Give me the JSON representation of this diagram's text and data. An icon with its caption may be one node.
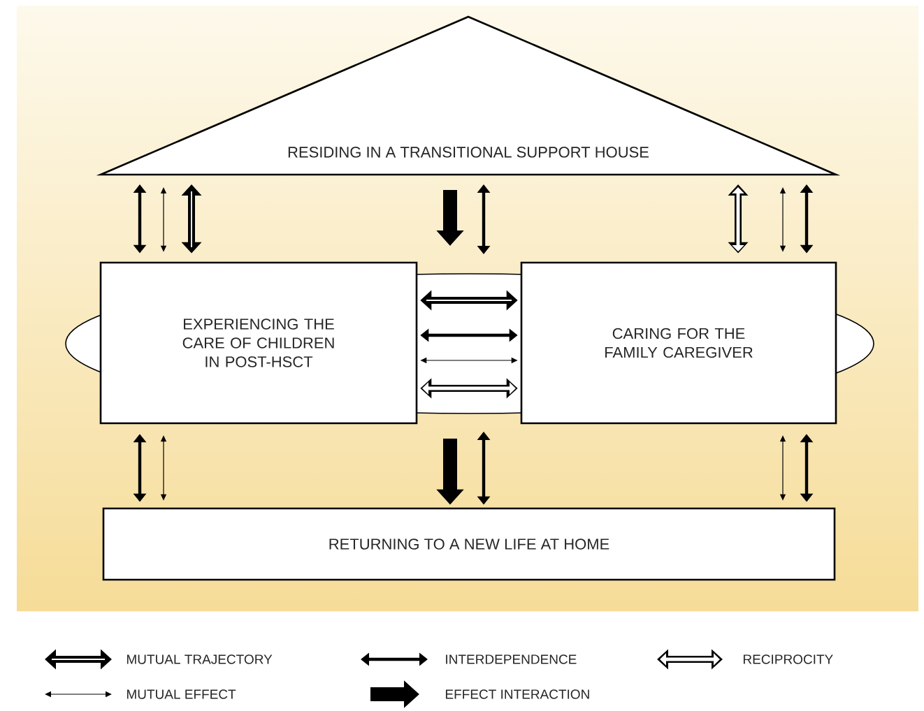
{
  "diagram": {
    "nodes": [
      {
        "text": [
          "RESIDING IN A TRANSITIONAL SUPPORT HOUSE"
        ]
      },
      {
        "text": [
          "EXPERIENCING THE CARE OF CHILDREN IN POST-HSCT"
        ]
      },
      {
        "text": [
          "CARING FOR THE FAMILY CAREGIVER"
        ]
      },
      {
        "text": [
          "RETURNING TO A NEW LIFE AT HOME"
        ]
      }
    ],
    "edges": [
      {
        "from": 0,
        "to": 1,
        "arrow": "both"
      },
      {
        "from": 0,
        "to": 1,
        "arrow": "both"
      },
      {
        "from": 0,
        "to": 1,
        "arrow": "both",
        "style": "thick"
      },
      {
        "from": 0,
        "to": null,
        "arrow": "to",
        "style": "thick"
      },
      {
        "from": 0,
        "to": null,
        "arrow": "both"
      },
      {
        "from": 0,
        "to": 2,
        "arrow": "both",
        "style": "thick"
      },
      {
        "from": 0,
        "to": 2,
        "arrow": "both"
      },
      {
        "from": 0,
        "to": 2,
        "arrow": "both"
      },
      {
        "from": 1,
        "to": 2,
        "arrow": "both",
        "style": "thick"
      },
      {
        "from": 1,
        "to": 2,
        "arrow": "both"
      },
      {
        "from": 1,
        "to": 2,
        "arrow": "both"
      },
      {
        "from": 1,
        "to": 2,
        "arrow": "both",
        "style": "thick"
      },
      {
        "from": 1,
        "to": 3,
        "arrow": "both"
      },
      {
        "from": 1,
        "to": 3,
        "arrow": "both"
      },
      {
        "from": null,
        "to": 3,
        "arrow": "to",
        "style": "thick"
      },
      {
        "from": null,
        "to": 3,
        "arrow": "both"
      },
      {
        "from": 2,
        "to": 3,
        "arrow": "both"
      },
      {
        "from": 2,
        "to": 3,
        "arrow": "both"
      }
    ],
    "legend": [
      {
        "text": "MUTUAL TRAJECTORY"
      },
      {
        "text": "INTERDEPENDENCE"
      },
      {
        "text": "RECIPROCITY"
      },
      {
        "text": "MUTUAL EFFECT"
      },
      {
        "text": "EFFECT INTERACTION"
      }
    ]
  }
}
